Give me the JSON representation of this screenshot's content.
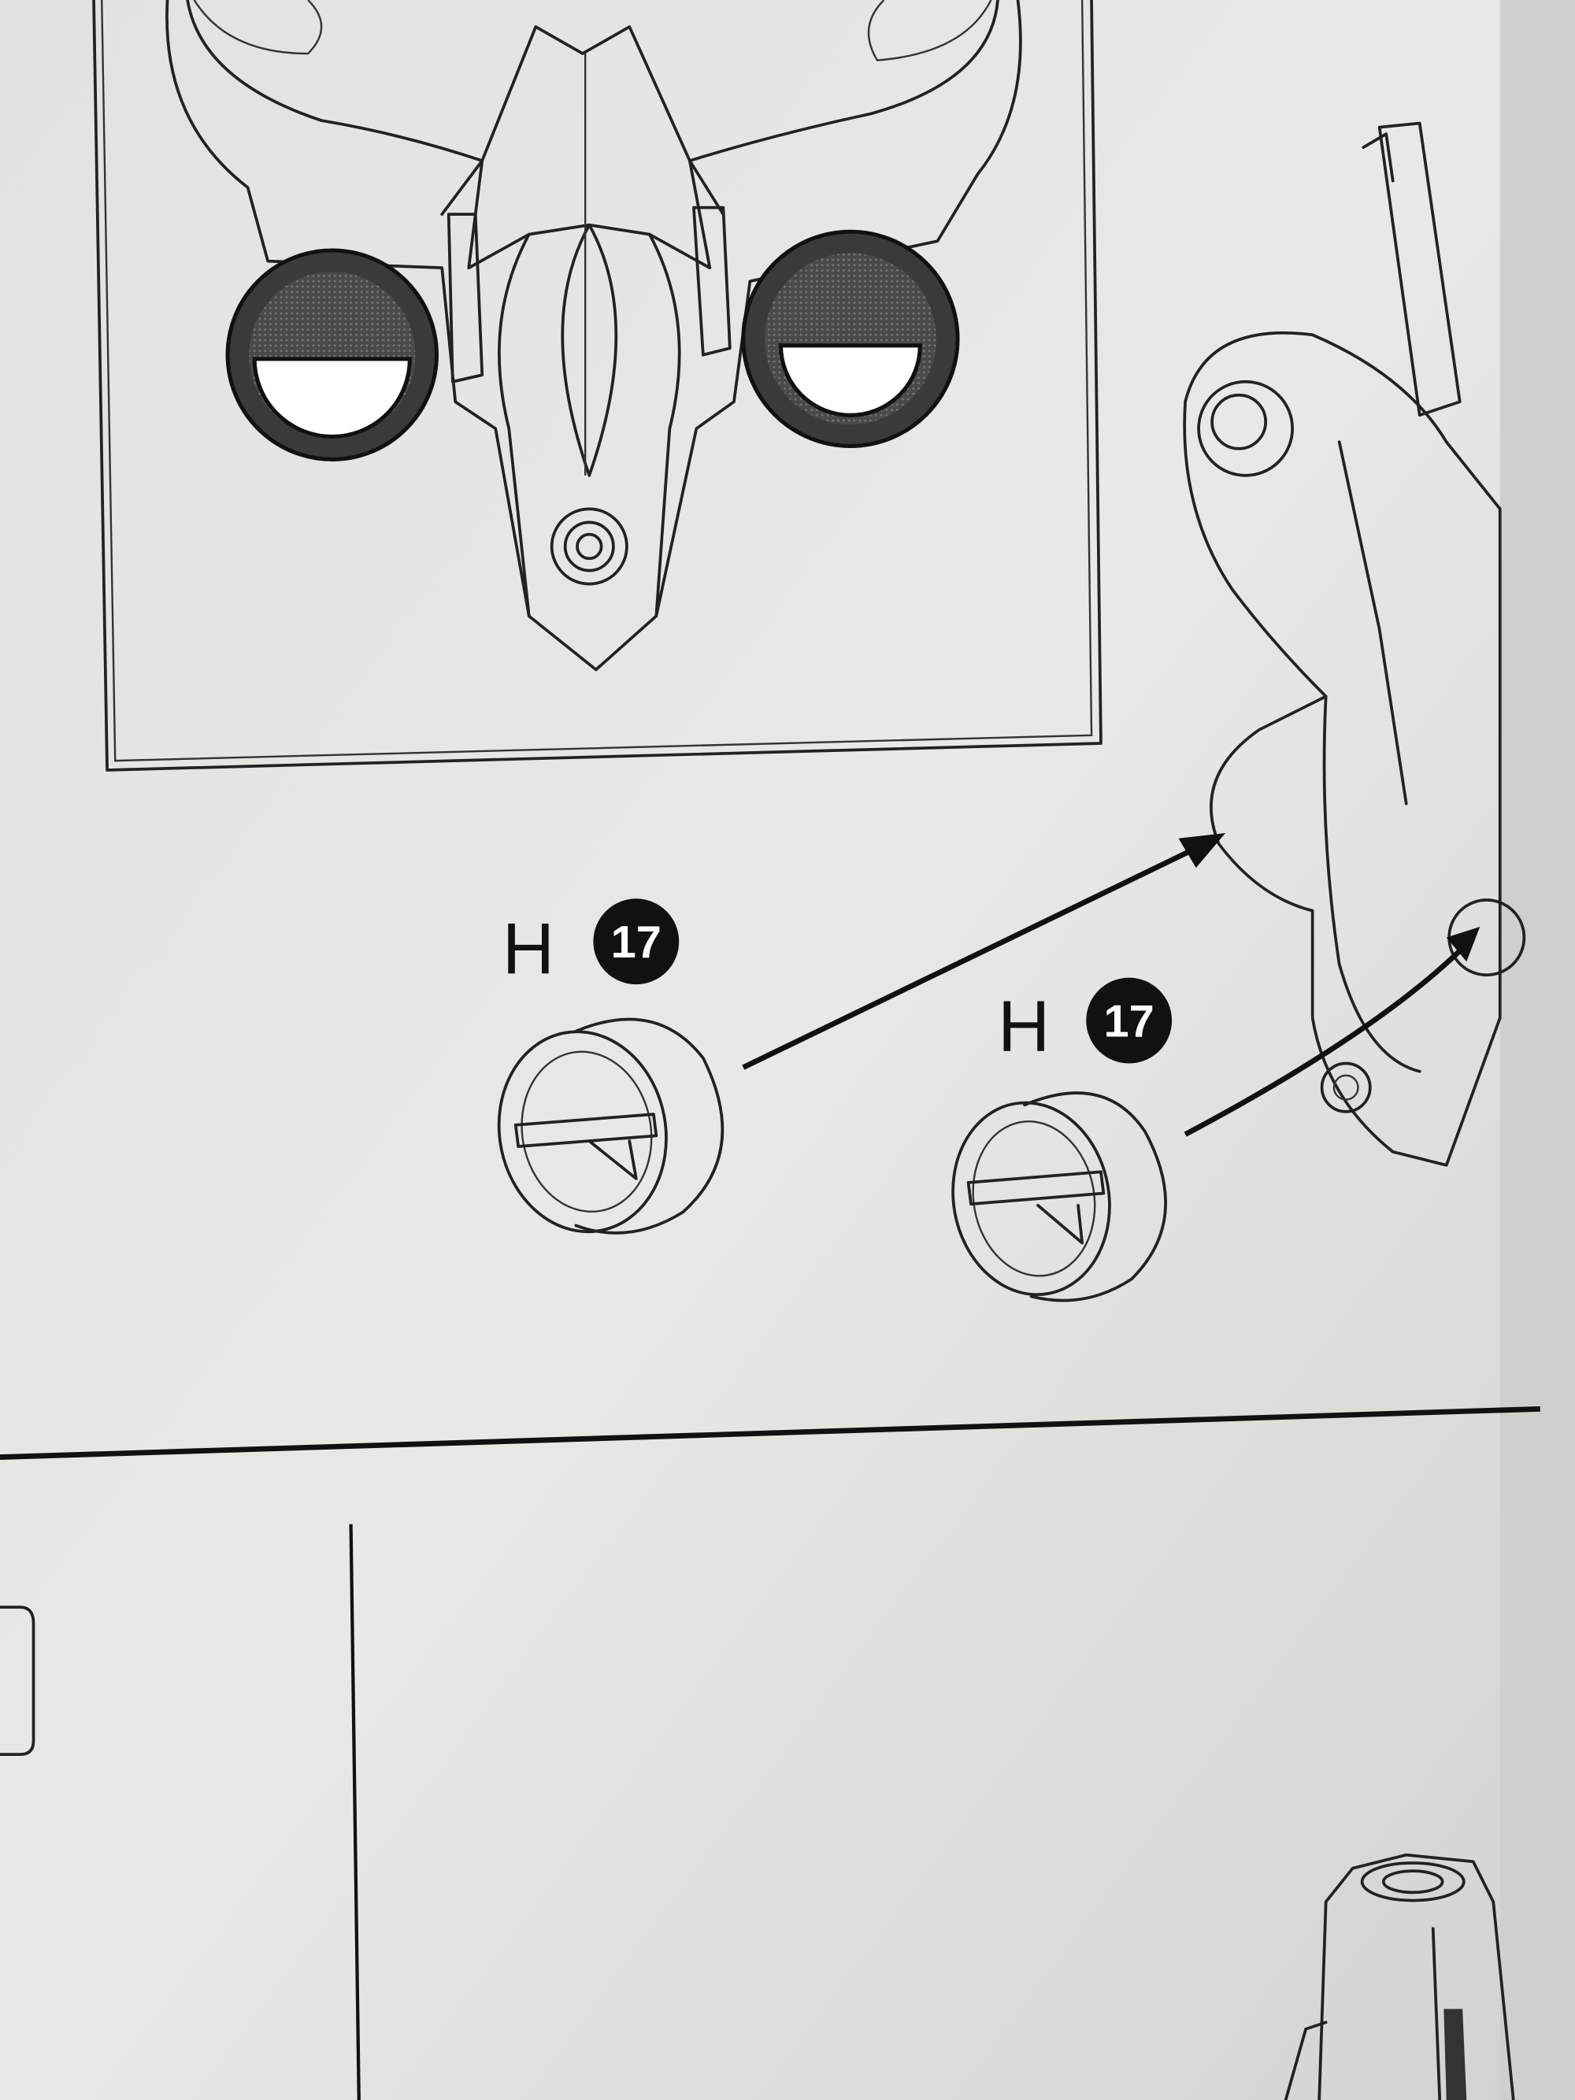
{
  "labels": [
    {
      "part_letter": "H",
      "part_number": "17"
    },
    {
      "part_letter": "H",
      "part_number": "17"
    }
  ],
  "colors": {
    "paper": "#e4e4e0",
    "ink": "#222222",
    "shadow": "#c9c9c5"
  }
}
